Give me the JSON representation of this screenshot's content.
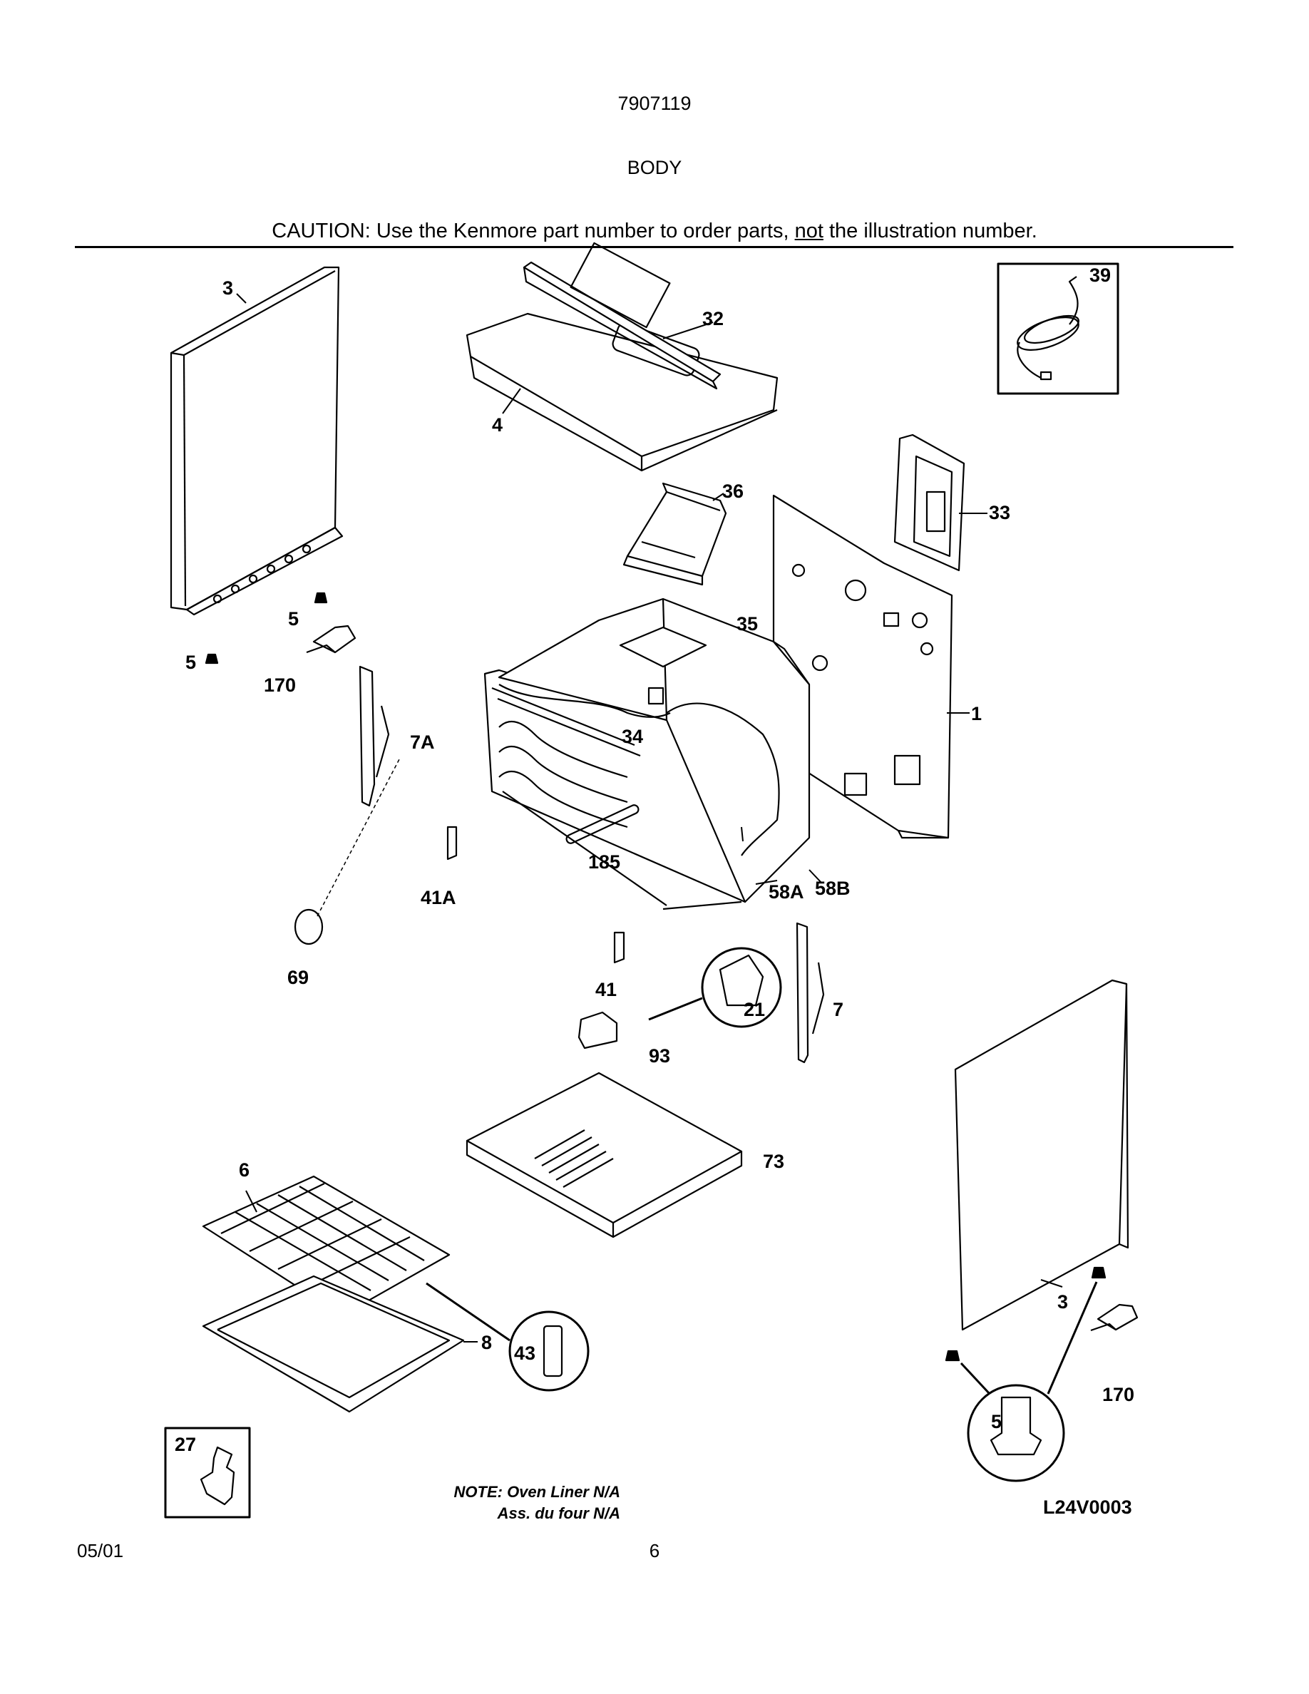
{
  "header": {
    "model_number": "7907119",
    "section_title": "BODY",
    "caution_before": "CAUTION: Use the Kenmore part number to order parts, ",
    "caution_emphasis": "not",
    "caution_after": " the illustration number."
  },
  "callouts": {
    "c1": "1",
    "c3a": "3",
    "c3b": "3",
    "c4": "4",
    "c5a": "5",
    "c5b": "5",
    "c5c": "5",
    "c6": "6",
    "c7": "7",
    "c7a": "7A",
    "c8": "8",
    "c21": "21",
    "c27": "27",
    "c32": "32",
    "c33": "33",
    "c34": "34",
    "c35": "35",
    "c36": "36",
    "c39": "39",
    "c41": "41",
    "c41a": "41A",
    "c43": "43",
    "c58a": "58A",
    "c58b": "58B",
    "c69": "69",
    "c73": "73",
    "c93": "93",
    "c170a": "170",
    "c170b": "170",
    "c185": "185"
  },
  "notes": {
    "line1": "NOTE: Oven Liner N/A",
    "line2": "Ass. du four N/A",
    "drawing_code": "L24V0003"
  },
  "footer": {
    "date": "05/01",
    "page": "6"
  }
}
